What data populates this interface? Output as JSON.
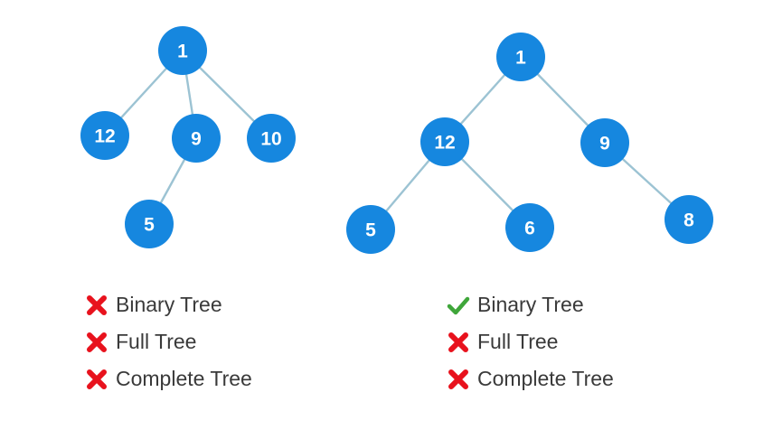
{
  "colors": {
    "node": "#1687df",
    "edge": "#9cc3d3",
    "cross": "#e8121d",
    "check": "#3fa63a"
  },
  "trees": [
    {
      "nodes": [
        {
          "id": "a1",
          "label": "1"
        },
        {
          "id": "a12",
          "label": "12"
        },
        {
          "id": "a9",
          "label": "9"
        },
        {
          "id": "a10",
          "label": "10"
        },
        {
          "id": "a5",
          "label": "5"
        }
      ],
      "edges": [
        [
          "a1",
          "a12"
        ],
        [
          "a1",
          "a9"
        ],
        [
          "a1",
          "a10"
        ],
        [
          "a9",
          "a5"
        ]
      ],
      "properties": [
        {
          "label": "Binary Tree",
          "status": "cross",
          "icon": "cross-icon"
        },
        {
          "label": "Full Tree",
          "status": "cross",
          "icon": "cross-icon"
        },
        {
          "label": "Complete Tree",
          "status": "cross",
          "icon": "cross-icon"
        }
      ]
    },
    {
      "nodes": [
        {
          "id": "b1",
          "label": "1"
        },
        {
          "id": "b12",
          "label": "12"
        },
        {
          "id": "b9",
          "label": "9"
        },
        {
          "id": "b5",
          "label": "5"
        },
        {
          "id": "b6",
          "label": "6"
        },
        {
          "id": "b8",
          "label": "8"
        }
      ],
      "edges": [
        [
          "b1",
          "b12"
        ],
        [
          "b1",
          "b9"
        ],
        [
          "b12",
          "b5"
        ],
        [
          "b12",
          "b6"
        ],
        [
          "b9",
          "b8"
        ]
      ],
      "properties": [
        {
          "label": "Binary Tree",
          "status": "check",
          "icon": "check-icon"
        },
        {
          "label": "Full Tree",
          "status": "cross",
          "icon": "cross-icon"
        },
        {
          "label": "Complete Tree",
          "status": "cross",
          "icon": "cross-icon"
        }
      ]
    }
  ]
}
